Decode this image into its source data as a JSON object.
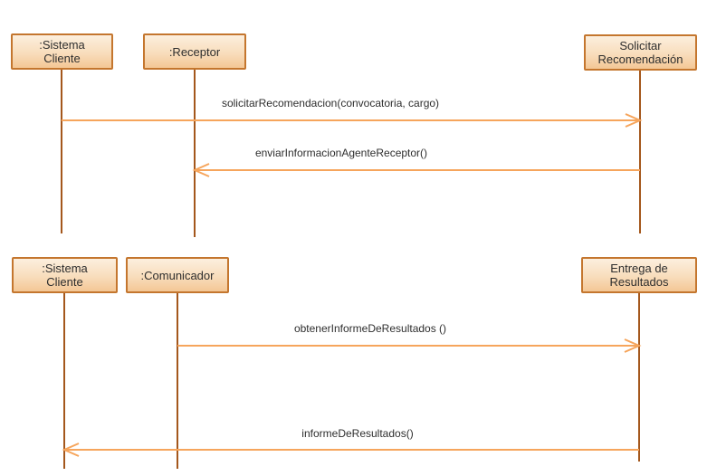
{
  "diagram": {
    "type": "uml-sequence",
    "colors": {
      "background": "#FFFFFF",
      "box_fill_top": "#FCEFDE",
      "box_fill_bottom": "#F4C795",
      "box_border": "#C4762E",
      "lifeline": "#A4571C",
      "arrow": "#F6A55C",
      "text": "#2E2E2E"
    },
    "sections": [
      {
        "name": "solicitar-recomendacion",
        "actors": [
          {
            "id": "sistema-cliente",
            "label": ":Sistema Cliente",
            "lines": [
              ":Sistema",
              "Cliente"
            ]
          },
          {
            "id": "receptor",
            "label": ":Receptor",
            "lines": [
              ":Receptor"
            ]
          },
          {
            "id": "solicitar-recomendacion",
            "label": "Solicitar Recomendación",
            "lines": [
              "Solicitar",
              "Recomendación"
            ]
          }
        ],
        "messages": [
          {
            "label": "solicitarRecomendacion(convocatoria, cargo)",
            "from": ":Sistema Cliente",
            "to": "Solicitar Recomendación",
            "direction": "right",
            "arrowhead": "open"
          },
          {
            "label": "enviarInformacionAgenteReceptor()",
            "from": "Solicitar Recomendación",
            "to": ":Receptor",
            "direction": "left",
            "arrowhead": "open"
          }
        ]
      },
      {
        "name": "entrega-de-resultados",
        "actors": [
          {
            "id": "sistema-cliente",
            "label": ":Sistema Cliente",
            "lines": [
              ":Sistema",
              "Cliente"
            ]
          },
          {
            "id": "comunicador",
            "label": ":Comunicador",
            "lines": [
              ":Comunicador"
            ]
          },
          {
            "id": "entrega-de-resultados",
            "label": "Entrega de Resultados",
            "lines": [
              "Entrega de",
              "Resultados"
            ]
          }
        ],
        "messages": [
          {
            "label": "obtenerInformeDeResultados ()",
            "from": ":Comunicador",
            "to": "Entrega de Resultados",
            "direction": "right",
            "arrowhead": "open"
          },
          {
            "label": "informeDeResultados()",
            "from": "Entrega de Resultados",
            "to": ":Sistema Cliente",
            "direction": "left",
            "arrowhead": "open"
          }
        ]
      }
    ]
  }
}
